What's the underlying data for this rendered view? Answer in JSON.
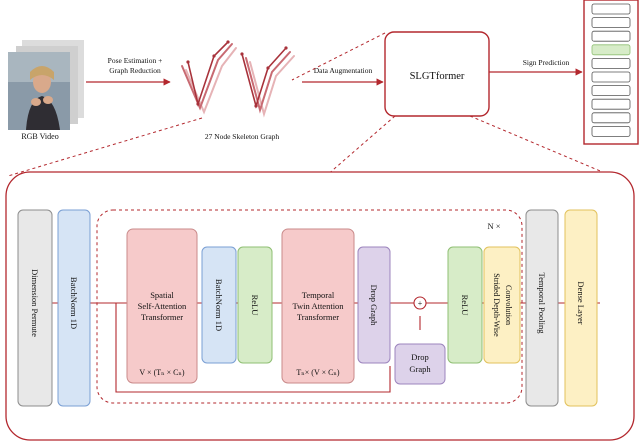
{
  "top_row": {
    "rgb_video_label": "RGB Video",
    "pose_estimation_line1": "Pose Estimation +",
    "pose_estimation_line2": "Graph Reduction",
    "skeleton_label": "27 Node Skeleton Graph",
    "data_augmentation_label": "Data Augmentation",
    "model_label": "SLGTformer",
    "sign_prediction_label": "Sign Prediction"
  },
  "pipeline": {
    "dimension_permute": "Dimension Permute",
    "batchnorm_outer": "BatchNorm 1D",
    "repeat_label": "N ×",
    "spatial_line1": "Spatial",
    "spatial_line2": "Self-Attention",
    "spatial_line3": "Transformer",
    "spatial_shape": "V × (Tₙ × Cₙ)",
    "batchnorm_inner": "BatchNorm 1D",
    "relu_1": "ReLU",
    "temporal_line1": "Temporal",
    "temporal_line2": "Twin Attention",
    "temporal_line3": "Transformer",
    "temporal_shape": "Tₙ× (V × Cₙ)",
    "drop_graph_1": "Drop Graph",
    "add_symbol": "+",
    "drop_graph_2_line1": "Drop",
    "drop_graph_2_line2": "Graph",
    "relu_2": "ReLU",
    "strided_line1": "Strided Depth-Wise",
    "strided_line2": "Convolution",
    "temporal_pooling": "Temporal Pooling",
    "dense_layer": "Dense Layer"
  },
  "colors": {
    "accent_red": "#b3282e",
    "blue_fill": "#d6e4f5",
    "blue_stroke": "#7a9fd4",
    "red_fill": "#f6caca",
    "red_stroke": "#c98a8a",
    "green_fill": "#d7ecc8",
    "green_stroke": "#8fbf73",
    "purple_fill": "#ddd2ea",
    "purple_stroke": "#9c84bd",
    "yellow_fill": "#fdf0c4",
    "yellow_stroke": "#e2c25c",
    "gray_fill": "#e8e8e8",
    "gray_stroke": "#8d8d8d"
  },
  "output_slots": {
    "count": 10,
    "highlighted_index": 3
  }
}
